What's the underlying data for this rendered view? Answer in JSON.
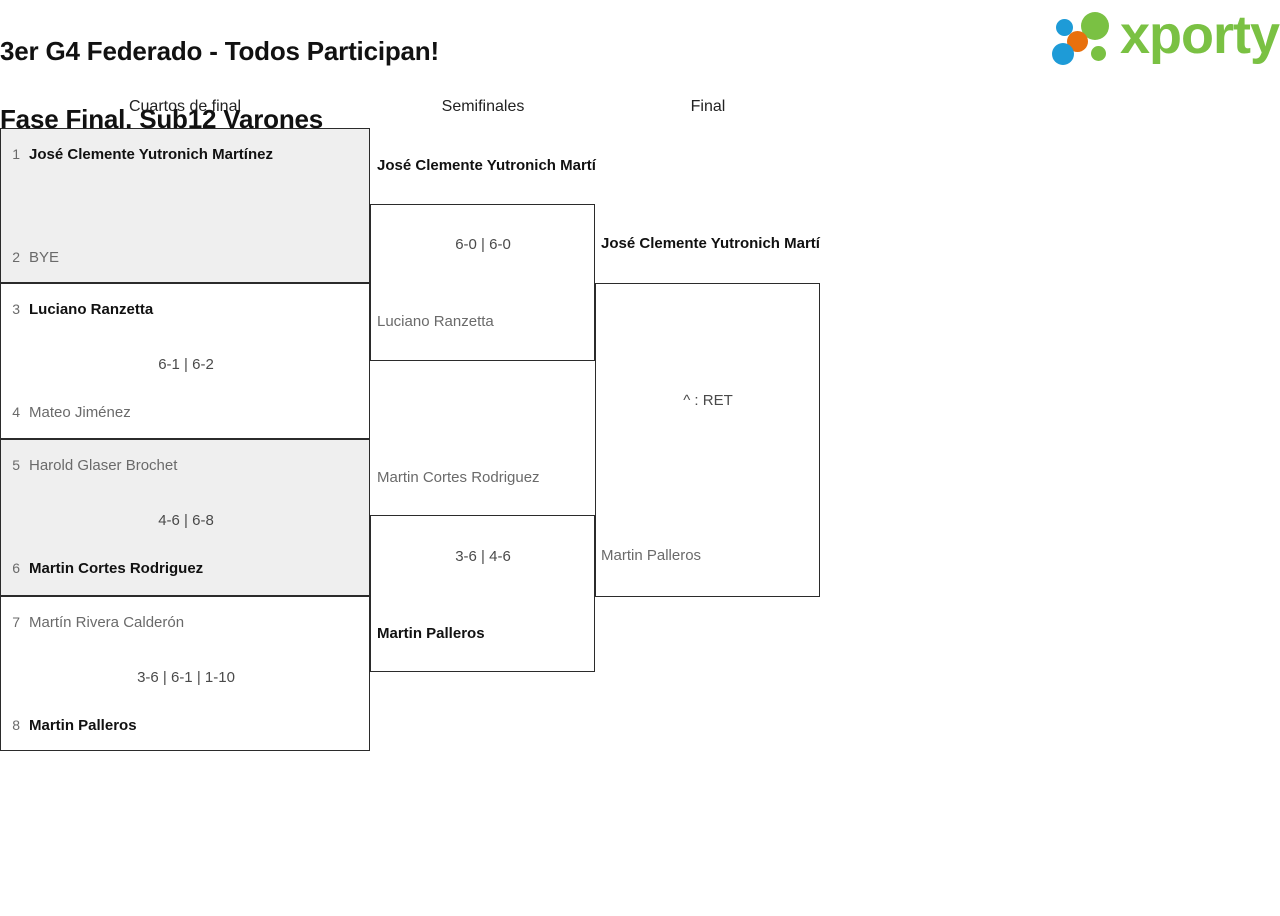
{
  "header": {
    "title_line1": "3er G4 Federado - Todos Participan!",
    "title_line2": "Fase Final. Sub12 Varones",
    "logo_text": "xporty",
    "logo_colors": {
      "green": "#7ac143",
      "blue": "#1e9bd7",
      "orange": "#e8700d"
    }
  },
  "rounds": [
    {
      "label": "Cuartos de final"
    },
    {
      "label": "Semifinales"
    },
    {
      "label": "Final"
    }
  ],
  "quarterfinals": [
    {
      "shaded": true,
      "top": {
        "seed": "1",
        "name": "José Clemente Yutronich Martínez",
        "result": "winner"
      },
      "bottom": {
        "seed": "2",
        "name": "BYE",
        "result": "bye"
      },
      "score": ""
    },
    {
      "shaded": false,
      "top": {
        "seed": "3",
        "name": "Luciano Ranzetta",
        "result": "winner"
      },
      "bottom": {
        "seed": "4",
        "name": "Mateo Jiménez",
        "result": "loser"
      },
      "score": "6-1 | 6-2"
    },
    {
      "shaded": true,
      "top": {
        "seed": "5",
        "name": "Harold Glaser Brochet",
        "result": "loser"
      },
      "bottom": {
        "seed": "6",
        "name": "Martin Cortes Rodriguez",
        "result": "winner"
      },
      "score": "4-6 | 6-8"
    },
    {
      "shaded": false,
      "top": {
        "seed": "7",
        "name": "Martín Rivera Calderón",
        "result": "loser"
      },
      "bottom": {
        "seed": "8",
        "name": "Martin Palleros",
        "result": "winner"
      },
      "score": "3-6 | 6-1 | 1-10"
    }
  ],
  "semifinals": [
    {
      "top": {
        "name": "José Clemente Yutronich Martí",
        "result": "winner"
      },
      "bottom": {
        "name": "Luciano Ranzetta",
        "result": "loser"
      },
      "score": "6-0 | 6-0"
    },
    {
      "top": {
        "name": "Martin Cortes Rodriguez",
        "result": "loser"
      },
      "bottom": {
        "name": "Martin Palleros",
        "result": "winner"
      },
      "score": "3-6 | 4-6"
    }
  ],
  "final": {
    "top": {
      "name": "José Clemente Yutronich Martí",
      "result": "winner"
    },
    "bottom": {
      "name": "Martin Palleros",
      "result": "loser"
    },
    "score": "^ : RET"
  }
}
